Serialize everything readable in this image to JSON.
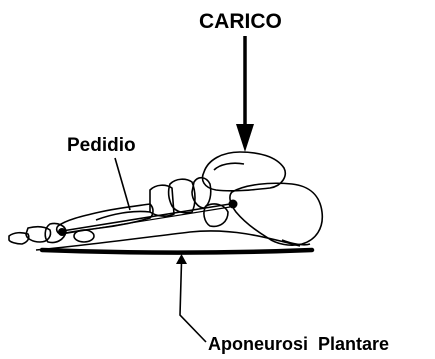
{
  "diagram": {
    "labels": {
      "load": "CARICO",
      "extensor": "Pedidio",
      "fascia": "Aponeurosi  Plantare"
    },
    "colors": {
      "ink": "#000000",
      "background": "#ffffff"
    }
  }
}
